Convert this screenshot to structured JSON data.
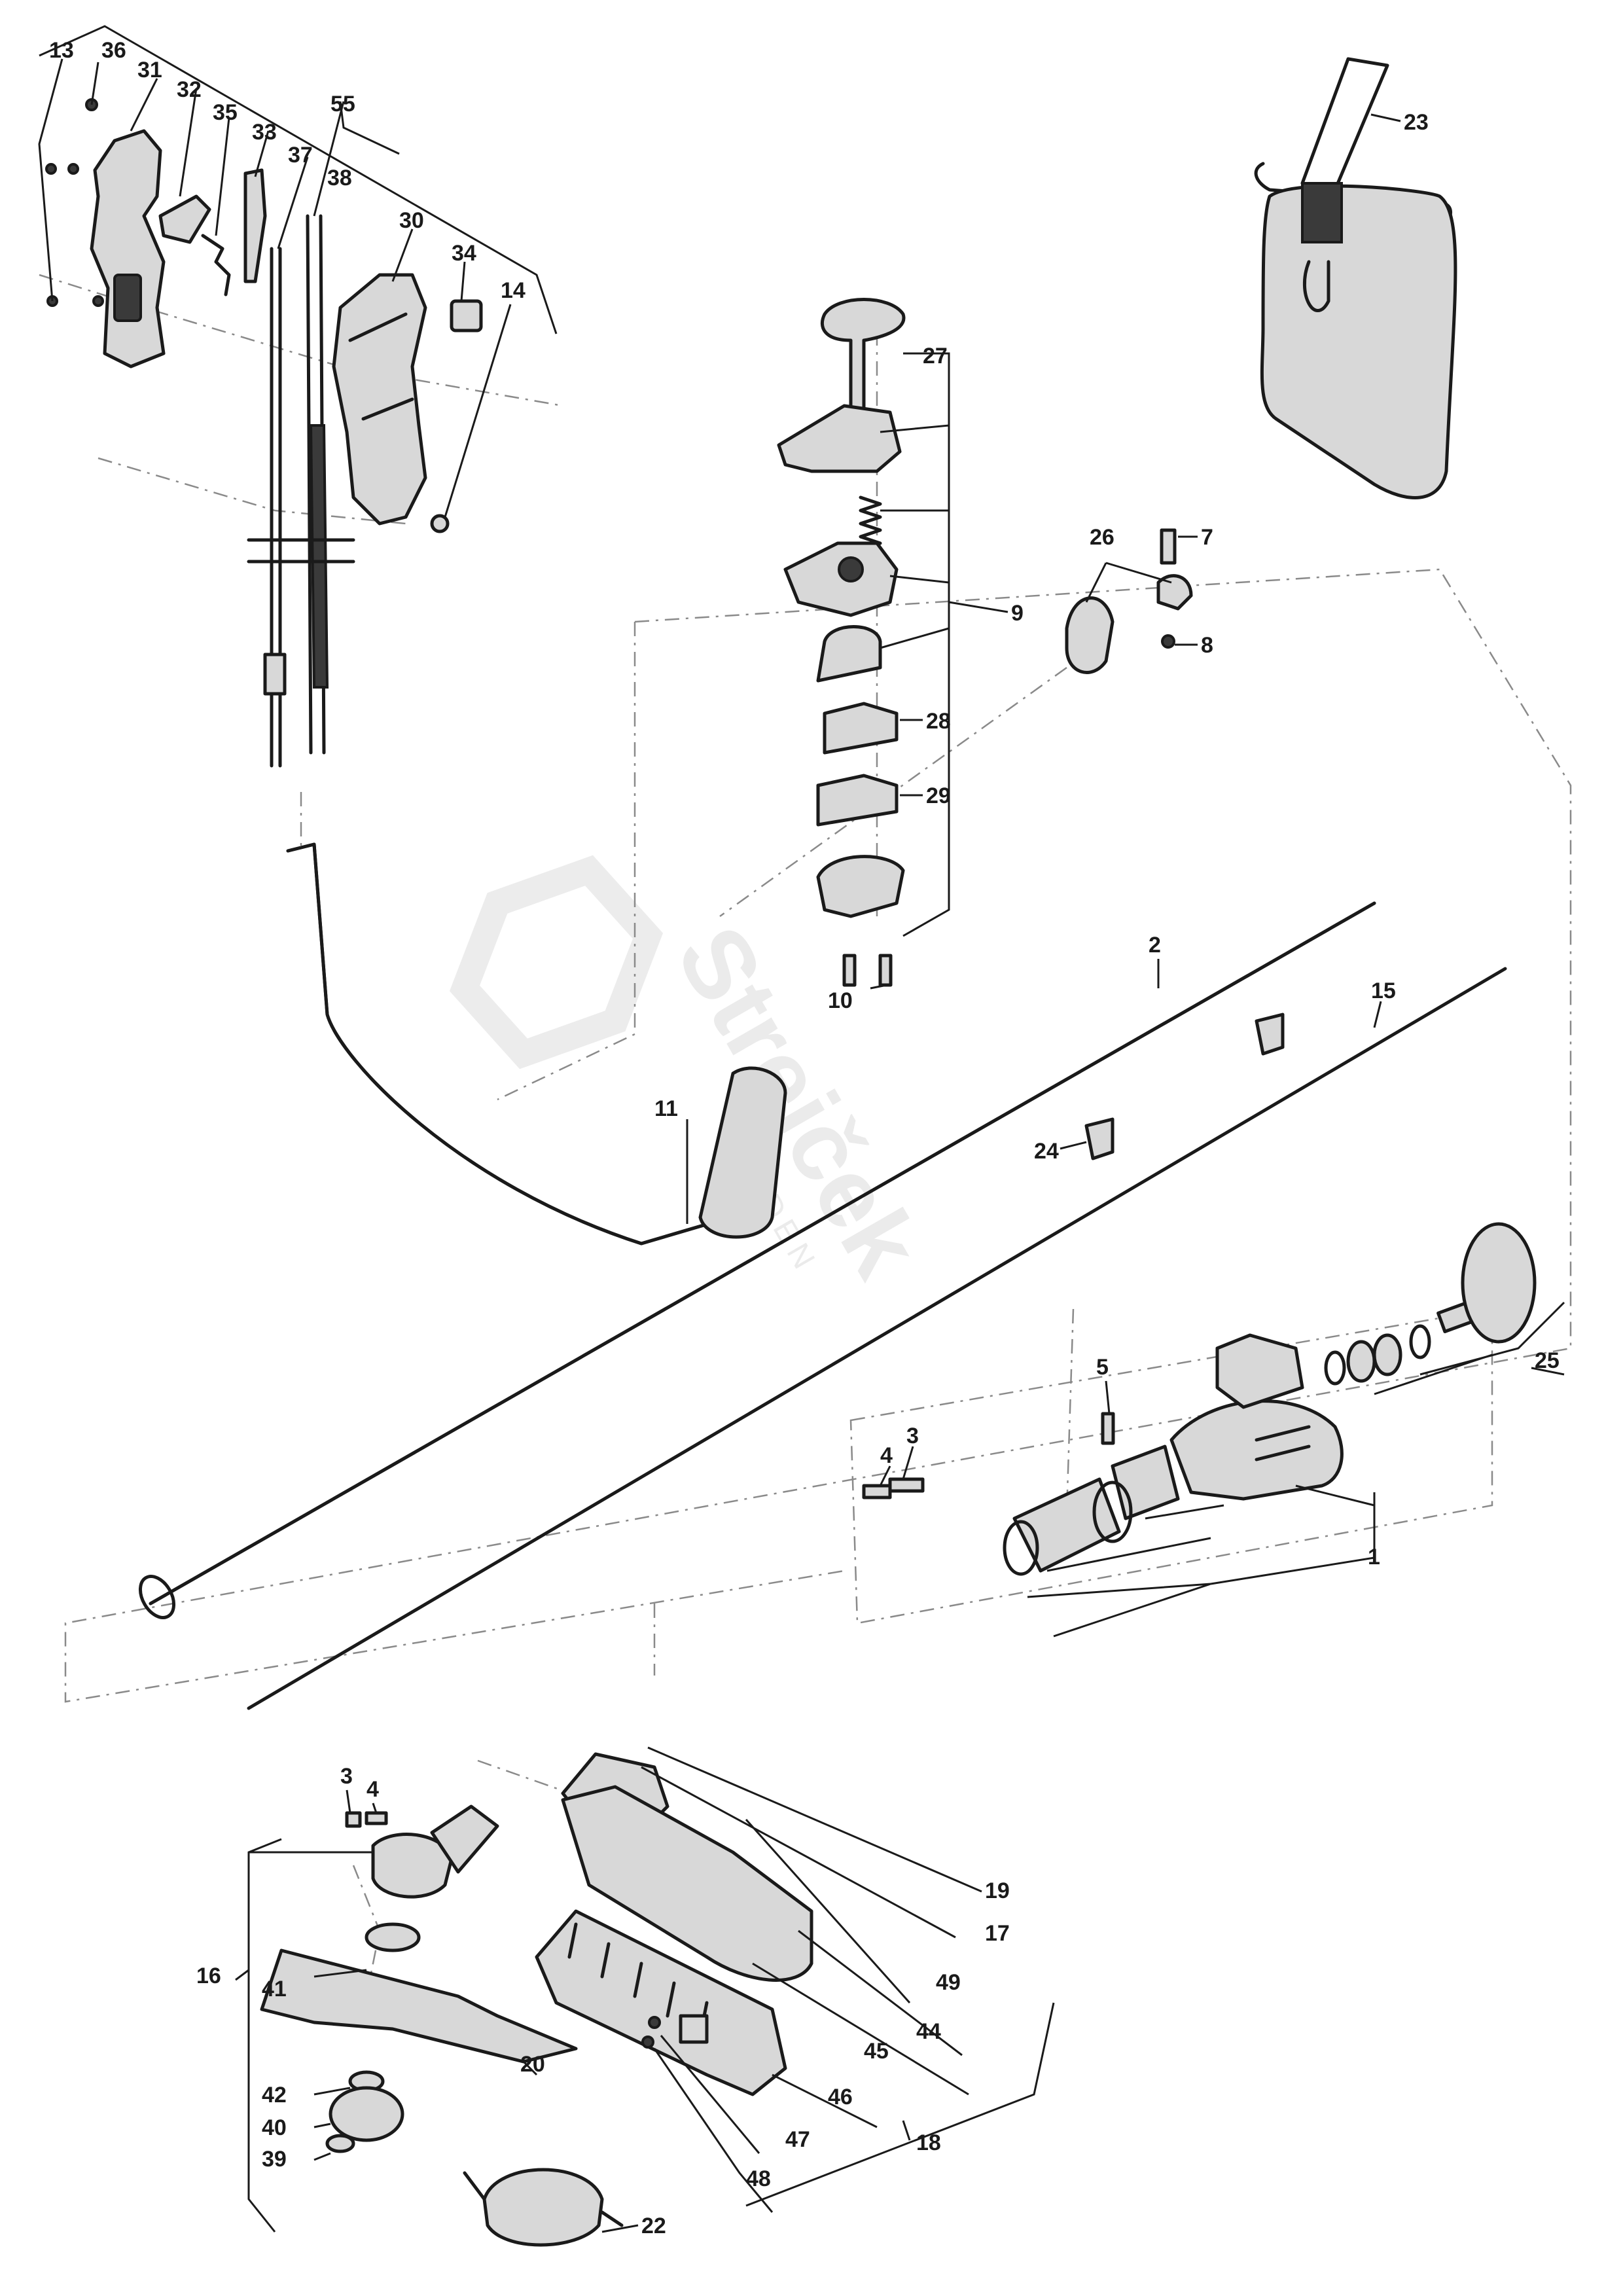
{
  "watermark": {
    "brand": "Strejček",
    "sub": "GARDEN"
  },
  "callouts": {
    "c1": "1",
    "c2": "2",
    "c3a": "3",
    "c3b": "3",
    "c4a": "4",
    "c4b": "4",
    "c5": "5",
    "c7": "7",
    "c8": "8",
    "c9": "9",
    "c10": "10",
    "c11": "11",
    "c13": "13",
    "c14": "14",
    "c15": "15",
    "c16": "16",
    "c17": "17",
    "c18": "18",
    "c19": "19",
    "c20": "20",
    "c22": "22",
    "c23": "23",
    "c24": "24",
    "c25": "25",
    "c26": "26",
    "c27": "27",
    "c28": "28",
    "c29": "29",
    "c30": "30",
    "c31": "31",
    "c32": "32",
    "c33": "33",
    "c34": "34",
    "c35": "35",
    "c36": "36",
    "c37": "37",
    "c38": "38",
    "c39": "39",
    "c40": "40",
    "c41": "41",
    "c42": "42",
    "c44": "44",
    "c45": "45",
    "c46": "46",
    "c47": "47",
    "c48": "48",
    "c49": "49",
    "c55": "55"
  }
}
